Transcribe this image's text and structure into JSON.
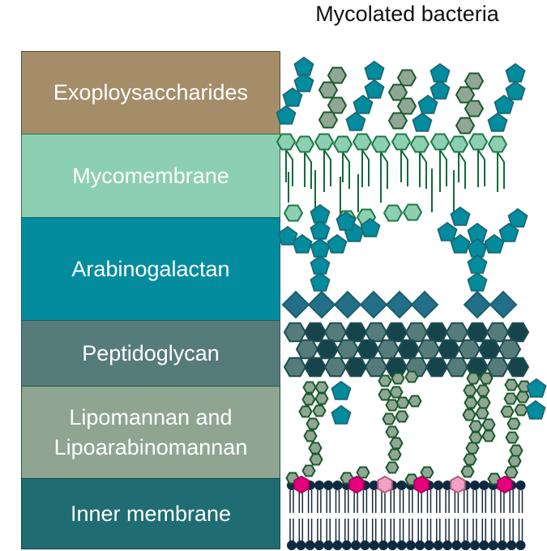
{
  "title": "Mycolated bacteria",
  "layers": [
    {
      "label": "Exoploysaccharides",
      "color": "#a48d68",
      "border": "#5b4a30"
    },
    {
      "label": "Mycomembrane",
      "color": "#8dcfb2",
      "border": "#217a48"
    },
    {
      "label": "Arabinogalactan",
      "color": "#038c9e",
      "border": "#10606c"
    },
    {
      "label": "Peptidoglycan",
      "color": "#567b7b",
      "border": "#2f5656"
    },
    {
      "label": "Lipomannan and Lipoarabinomannan",
      "label_line1": "Lipomannan and",
      "label_line2": "Lipoarabinomannan",
      "color": "#8fa592",
      "border": "#1f5c34"
    },
    {
      "label": "Inner membrane",
      "color": "#1f6d72",
      "border": "#124448"
    }
  ]
}
